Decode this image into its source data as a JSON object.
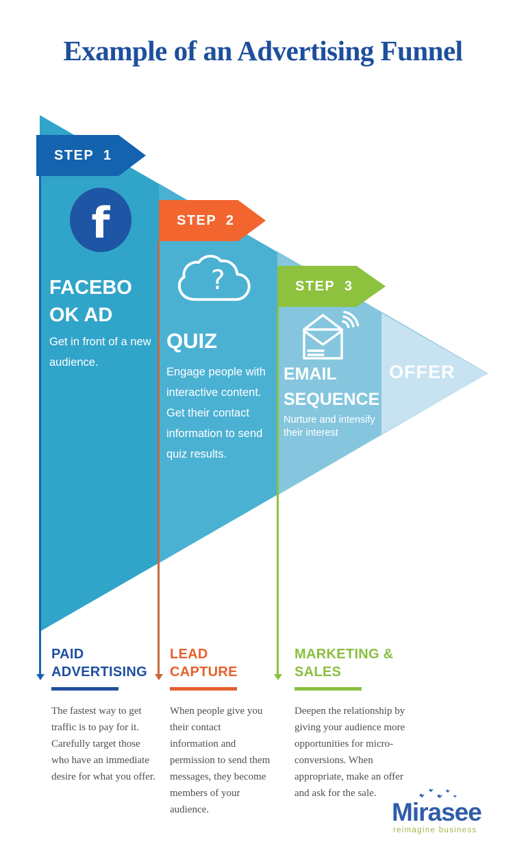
{
  "title": "Example of an Advertising Funnel",
  "funnel": {
    "steps": [
      {
        "badge": "STEP 1",
        "heading": "FACEBOOK AD",
        "description": "Get in front of a new audience.",
        "icon": "facebook",
        "icon_glyph": "f"
      },
      {
        "badge": "STEP 2",
        "heading": "QUIZ",
        "description": "Engage people with interactive content. Get their contact information to send quiz results.",
        "icon": "quiz-cloud",
        "icon_glyph": "?"
      },
      {
        "badge": "STEP 3",
        "heading": "EMAIL SEQUENCE",
        "description": "Nurture and intensify their interest",
        "icon": "email-signal"
      }
    ],
    "offer_label": "OFFER"
  },
  "bottom": {
    "columns": [
      {
        "heading": "PAID ADVERTISING",
        "body": "The fastest way to get traffic is to pay for it. Carefully target those who have an immediate desire for what you offer."
      },
      {
        "heading": "LEAD CAPTURE",
        "body": "When people give you their contact information and permission to send them messages, they become members of your audience."
      },
      {
        "heading": "MARKETING & SALES",
        "body": "Deepen the relationship by giving your audience more opportunities for micro-conversions. When appropriate, make an offer and ask for the sale."
      }
    ]
  },
  "logo": {
    "name": "Mirasee",
    "tagline": "reimagine business"
  },
  "colors": {
    "title_blue": "#1D4F9C",
    "funnel_stage1": "#31A4C9",
    "funnel_stage2": "#4BB1D3",
    "funnel_stage3": "#85C6DE",
    "funnel_stage4": "#C7E2F0",
    "step1_badge": "#1463AE",
    "step2_badge": "#F2652F",
    "step3_badge": "#8CC23E",
    "facebook_blue": "#1E55A4",
    "line_blue": "#1A63B0",
    "line_orange": "#C8693C",
    "line_green": "#8CC23E",
    "heading_blue": "#1F4F9E",
    "heading_orange": "#E6602D",
    "heading_green": "#8ABF3F",
    "body_text": "#4E4E4E",
    "logo_blue": "#2F5DA8",
    "logo_green": "#A6B449"
  }
}
